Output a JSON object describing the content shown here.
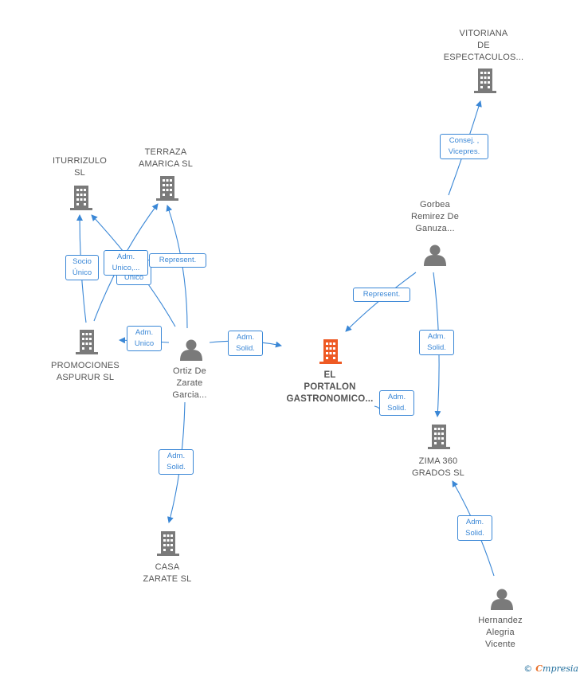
{
  "nodes": {
    "vitoriana": "VITORIANA\nDE\nESPECTACULOS...",
    "iturrizulo": "ITURRIZULO\nSL",
    "terraza": "TERRAZA\nAMARICA SL",
    "gorbea": "Gorbea\nRemirez De\nGanuza...",
    "promociones": "PROMOCIONES\nASPURUR SL",
    "ortiz": "Ortiz De\nZarate\nGarcia...",
    "portalon": "EL\nPORTALON\nGASTRONOMICO...",
    "zima": "ZIMA 360\nGRADOS SL",
    "casa": "CASA\nZARATE SL",
    "hernandez": "Hernandez\nAlegria\nVicente"
  },
  "edges": {
    "consej_vicepres": "Consej. ,\nVicepres.",
    "socio_unico": "Socio\nÚnico",
    "adm_unico_hidden": "Adm.\nUnico",
    "adm_unico_multi": "Adm.\nUnico,...",
    "represent_terraza": "Represent.",
    "represent_gorbea": "Represent.",
    "adm_unico_prom": "Adm.\nUnico",
    "adm_solid_ortiz": "Adm.\nSolid.",
    "adm_solid_gorbea": "Adm.\nSolid.",
    "adm_solid_zima": "Adm.\nSolid.",
    "adm_solid_casa": "Adm.\nSolid.",
    "adm_solid_hernandez": "Adm.\nSolid."
  },
  "brand": {
    "symbol": "©",
    "first": "C",
    "rest": "mpresia"
  },
  "colors": {
    "edge": "#3a87d6",
    "building": "#7a7a7a",
    "building_main": "#ee5a24",
    "person": "#7a7a7a"
  },
  "icons": {
    "building": "building-icon",
    "person": "person-icon"
  }
}
